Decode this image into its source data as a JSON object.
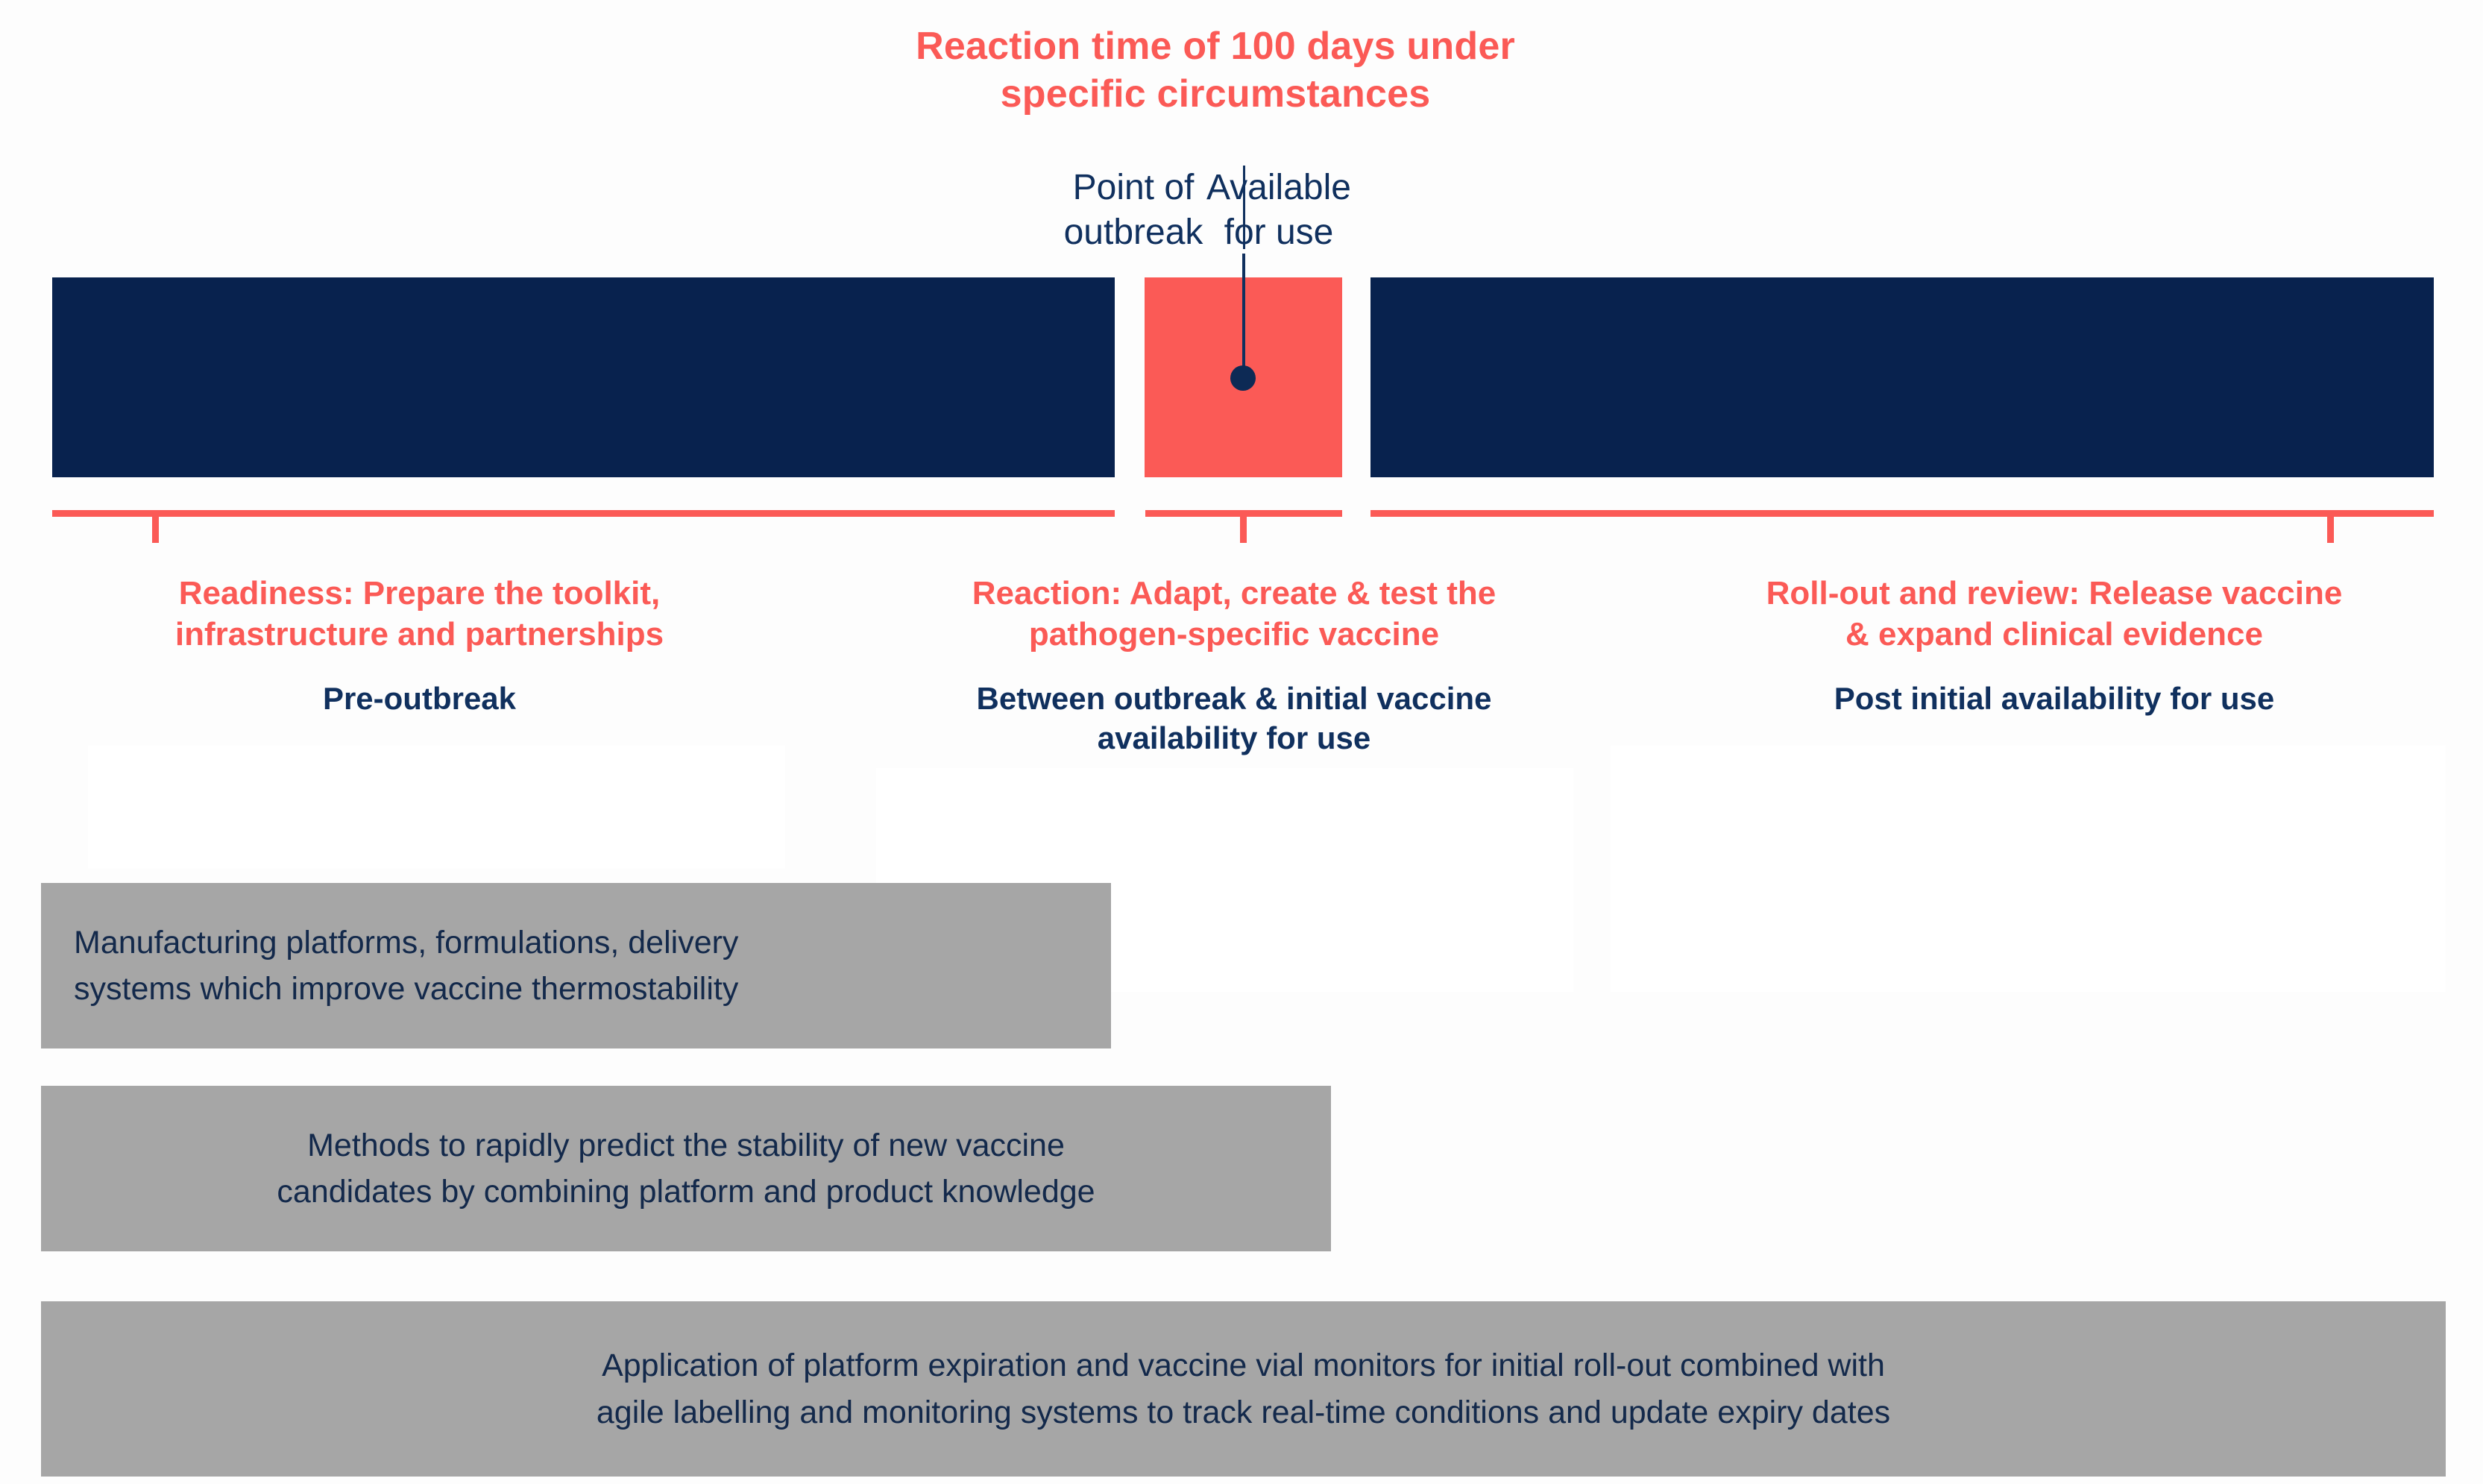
{
  "headline": {
    "line1": "Reaction time of 100 days under",
    "line2": "specific circumstances"
  },
  "markers": {
    "point_of_outbreak_line1": "Point of",
    "point_of_outbreak_line2": "outbreak",
    "available_for_use_line1": "Available",
    "available_for_use_line2": "for use"
  },
  "phases": [
    {
      "red_title_line1": "Readiness: Prepare the toolkit,",
      "red_title_line2": "infrastructure and partnerships",
      "navy_sub_line1": "Pre-outbreak",
      "navy_sub_line2": ""
    },
    {
      "red_title_line1": "Reaction: Adapt, create & test the",
      "red_title_line2": "pathogen-specific vaccine",
      "navy_sub_line1": "Between outbreak & initial vaccine",
      "navy_sub_line2": "availability for use"
    },
    {
      "red_title_line1": "Roll-out and review: Release vaccine",
      "red_title_line2": "& expand clinical evidence",
      "navy_sub_line1": "Post initial availability for use",
      "navy_sub_line2": ""
    }
  ],
  "capabilities": [
    {
      "line1": "Manufacturing platforms, formulations, delivery",
      "line2": "systems which improve vaccine thermostability"
    },
    {
      "line1": "Methods to rapidly predict the stability of new vaccine",
      "line2": "candidates by combining platform and product knowledge"
    },
    {
      "line1": "Application of platform expiration and vaccine vial monitors for initial roll-out combined with",
      "line2": "agile labelling and monitoring systems to track real-time conditions and update expiry dates"
    }
  ],
  "colors": {
    "navy": "#08224E",
    "coral": "#FB5A56",
    "grey": "#A6A6A6",
    "text_navy": "#10305E"
  }
}
